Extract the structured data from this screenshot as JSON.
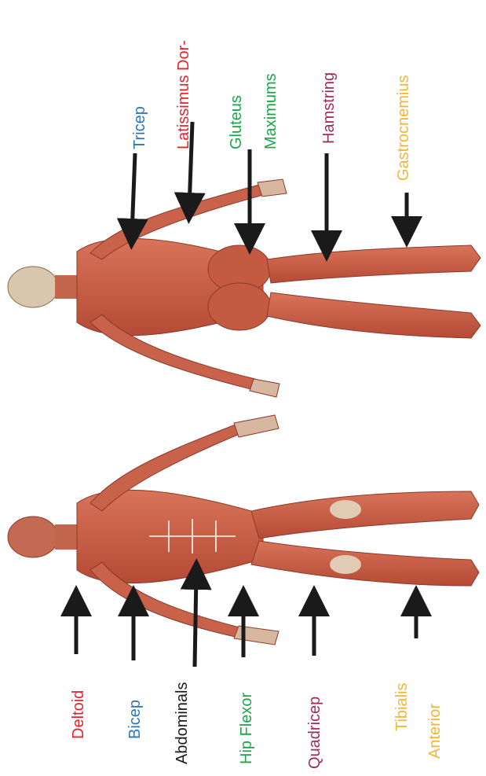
{
  "labels": {
    "deltoid": "Deltoid",
    "bicep": "Bicep",
    "abdominals": "Abdominals",
    "hip_flexor": "Hip Flexor",
    "quadricep": "Quadricep",
    "tibialis_1": "Tibialis",
    "tibialis_2": "Anterior",
    "tricep": "Tricep",
    "latissimus": "Latissimus Dor-",
    "gluteus_1": "Gluteus",
    "gluteus_2": "Maximums",
    "hamstring": "Hamstring",
    "gastrocnemius": "Gastrocnemius"
  },
  "colors": {
    "red": "#e8202a",
    "blue": "#2e75b6",
    "black": "#1a1a1a",
    "green": "#1aa54a",
    "purple": "#9b2c5e",
    "gold": "#f2b632",
    "skin": "#c9604a",
    "skin_dark": "#9c3a28",
    "tendon": "#e6dccb"
  }
}
